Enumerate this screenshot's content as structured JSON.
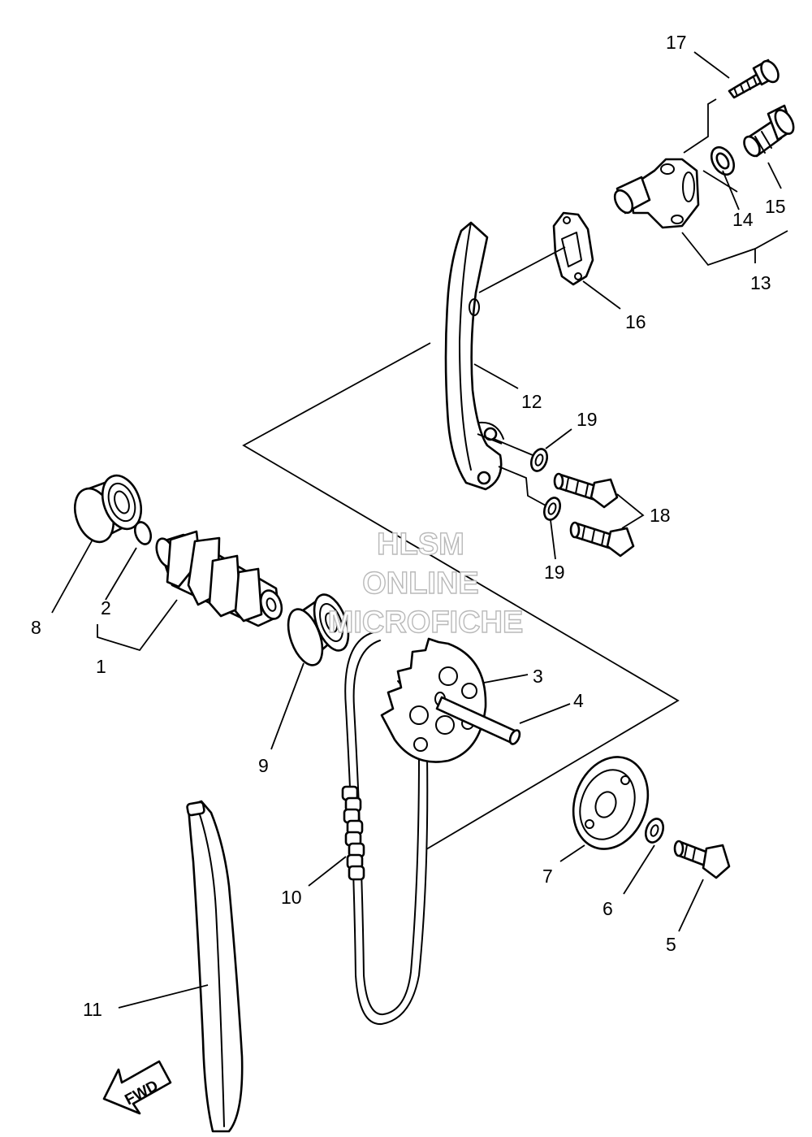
{
  "watermark": {
    "line1": "HLSM",
    "line2": "ONLINE",
    "line3": "MICROFICHE"
  },
  "fwd_label": "FWD",
  "callouts": {
    "c1": "1",
    "c2": "2",
    "c3": "3",
    "c4": "4",
    "c5": "5",
    "c6": "6",
    "c7": "7",
    "c8": "8",
    "c9": "9",
    "c10": "10",
    "c11": "11",
    "c12": "12",
    "c13": "13",
    "c14": "14",
    "c15": "15",
    "c16": "16",
    "c17": "17",
    "c18": "18",
    "c19a": "19",
    "c19b": "19"
  },
  "colors": {
    "ink": "#000000",
    "paper": "#ffffff",
    "watermark": "#b9b9b9"
  }
}
